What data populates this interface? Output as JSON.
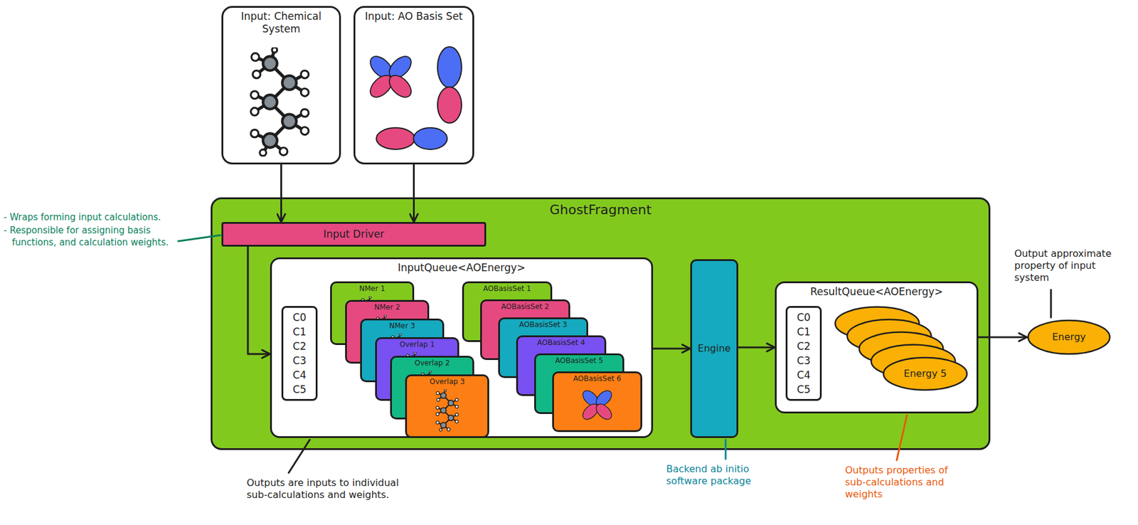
{
  "diagram": {
    "nodes": [
      {
        "text": [
          "Input: Chemical System"
        ]
      },
      {
        "text": [
          "Input: AO Basis Set"
        ]
      },
      {
        "text": [
          "GhostFragment"
        ]
      },
      {
        "text": [
          "Input Driver"
        ],
        "in": 2
      },
      {
        "text": [
          "InputQueue<AOEnergy>"
        ],
        "in": 2
      },
      {
        "text": [
          "C0 C1 C2 C3 C4 C5"
        ],
        "in": 4
      },
      {
        "text": [
          "NMer 1"
        ],
        "in": 4
      },
      {
        "text": [
          "NMer 2"
        ],
        "in": 4
      },
      {
        "text": [
          "NMer 3"
        ],
        "in": 4
      },
      {
        "text": [
          "Overlap 1"
        ],
        "in": 4
      },
      {
        "text": [
          "Overlap 2"
        ],
        "in": 4
      },
      {
        "text": [
          "Overlap 3"
        ],
        "in": 4
      },
      {
        "text": [
          "AOBasisSet 1"
        ],
        "in": 4
      },
      {
        "text": [
          "AOBasisSet 2"
        ],
        "in": 4
      },
      {
        "text": [
          "AOBasisSet 3"
        ],
        "in": 4
      },
      {
        "text": [
          "AOBasisSet 4"
        ],
        "in": 4
      },
      {
        "text": [
          "AOBasisSet 5"
        ],
        "in": 4
      },
      {
        "text": [
          "AOBasisSet 6"
        ],
        "in": 4
      },
      {
        "text": [
          "Engine"
        ],
        "in": 2
      },
      {
        "text": [
          "ResultQueue<AOEnergy>"
        ],
        "in": 2
      },
      {
        "text": [
          "C0 C1 C2 C3 C4 C5"
        ],
        "in": 19
      },
      {
        "text": [
          "Energy 5"
        ],
        "in": 19
      },
      {
        "text": [
          "Energy"
        ]
      }
    ],
    "edges": [
      {
        "from": 0,
        "to": 3,
        "arrow": "to"
      },
      {
        "from": 1,
        "to": 3,
        "arrow": "to"
      },
      {
        "from": 3,
        "to": 4,
        "arrow": "to"
      },
      {
        "from": 4,
        "to": 18,
        "arrow": "to"
      },
      {
        "from": 18,
        "to": 19,
        "arrow": "to"
      },
      {
        "from": 19,
        "to": 22,
        "arrow": "to"
      }
    ],
    "labels": [
      "- Wraps forming input calculations.",
      "- Responsible for assigning basis functions, and calculation weights.",
      "Outputs are inputs to individual sub-calculations and weights.",
      "Backend ab initio software package",
      "Outputs properties of sub-calculations and weights",
      "Output approximate property of input system"
    ]
  }
}
